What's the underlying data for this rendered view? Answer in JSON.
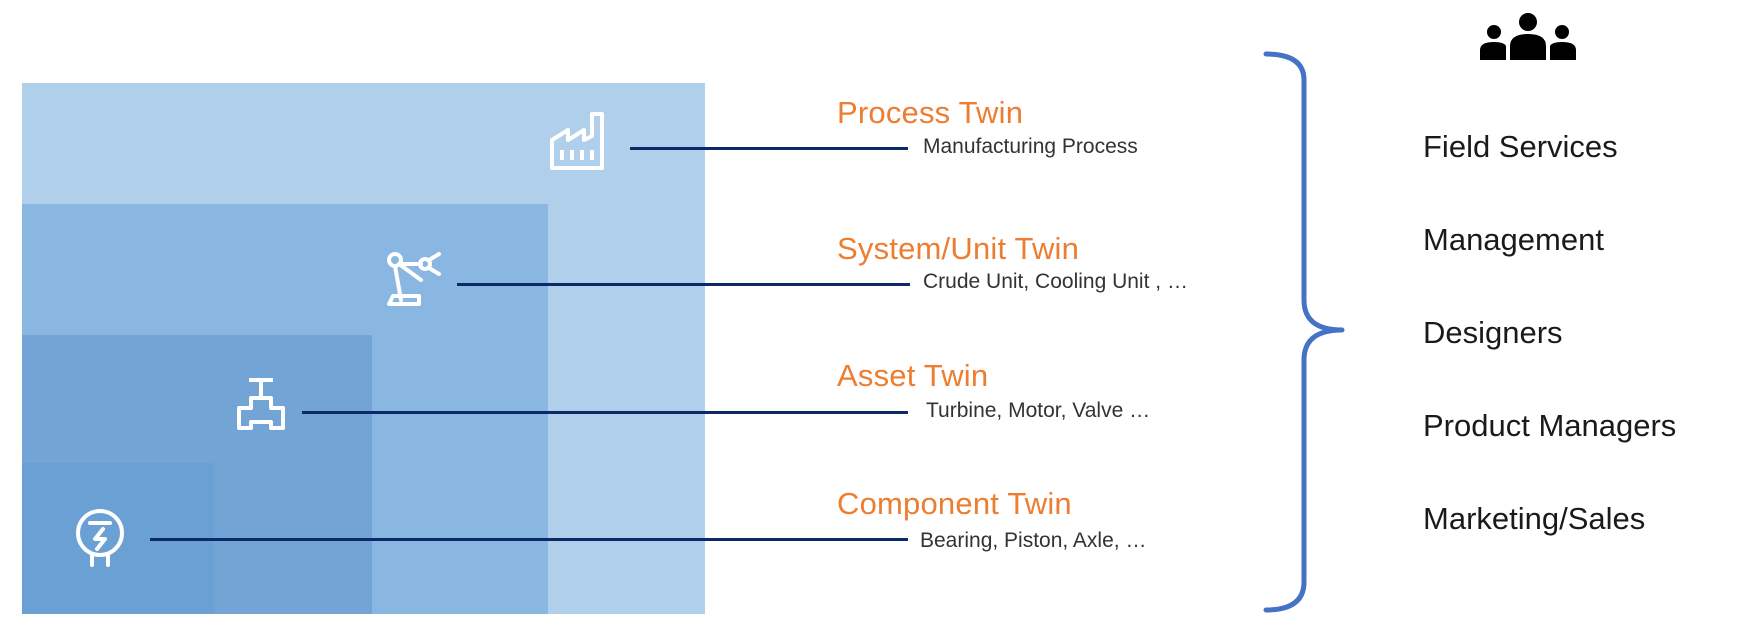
{
  "colors": {
    "accent_orange": "#ed7d31",
    "connector_navy": "#0b2a66",
    "brace_blue": "#4472c4",
    "layer_process": "#b0cfea",
    "layer_system": "#89b7e1",
    "layer_asset": "#72a5d6",
    "layer_component": "#6aa0d3"
  },
  "twins": [
    {
      "title": "Process Twin",
      "description": "Manufacturing Process",
      "icon": "factory-icon"
    },
    {
      "title": "System/Unit Twin",
      "description": "Crude Unit, Cooling Unit , …",
      "icon": "robot-arm-icon"
    },
    {
      "title": "Asset Twin",
      "description": "Turbine, Motor, Valve …",
      "icon": "valve-icon"
    },
    {
      "title": "Component Twin",
      "description": "Bearing, Piston, Axle, …",
      "icon": "gauge-icon"
    }
  ],
  "audience": {
    "icon": "people-group-icon",
    "items": [
      "Field Services",
      "Management",
      "Designers",
      "Product Managers",
      "Marketing/Sales"
    ]
  }
}
